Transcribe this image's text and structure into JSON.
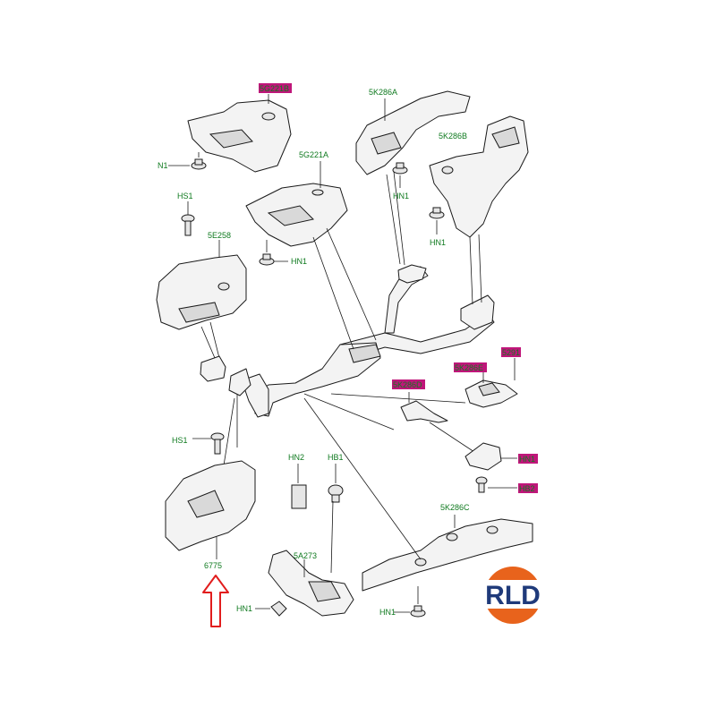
{
  "diagram": {
    "labels": {
      "n1": "N1",
      "hs1_top": "HS1",
      "part_5e258": "5E258",
      "part_5g221a": "5G221A",
      "hn1_a": "HN1",
      "part_5g221b": "5G221B",
      "part_5k286a": "5K286A",
      "hn1_b": "HN1",
      "part_5k286b": "5K286B",
      "hn1_c": "HN1",
      "part_5k286d": "5K286D",
      "part_5k286e": "5K286E",
      "part_5291": "5291",
      "hn1_d": "HN1",
      "hb2": "HB2",
      "hs1_bottom": "HS1",
      "hn2": "HN2",
      "hb1": "HB1",
      "part_6775": "6775",
      "part_5a273": "5A273",
      "hn1_e": "HN1",
      "part_5k286c": "5K286C",
      "hn1_f": "HN1"
    },
    "colors": {
      "label_green": "#0f7a1f",
      "highlight_magenta": "#c0167a",
      "arrow_red": "#e11d1d",
      "logo_orange": "#e8631c",
      "logo_navy": "#1f3a7a"
    }
  },
  "logo": {
    "text": "RLD"
  }
}
